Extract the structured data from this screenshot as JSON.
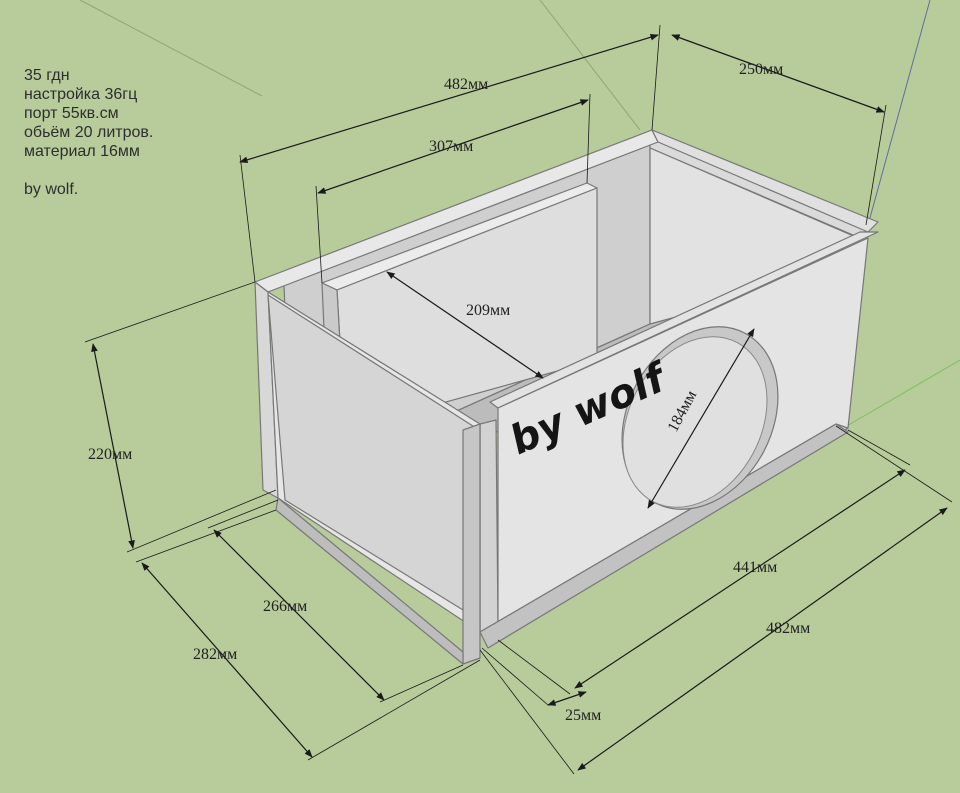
{
  "notes": {
    "lines": [
      "35 гдн",
      "настройка 36гц",
      "порт 55кв.см",
      "обьём 20 литров.",
      "материал 16мм",
      "",
      "by wolf."
    ]
  },
  "stamp": "by wolf",
  "dimensions": {
    "top_length": "482мм",
    "depth": "250мм",
    "partition_length": "307мм",
    "partition_depth": "209мм",
    "height": "220мм",
    "inner_depth": "266мм",
    "outer_depth": "282мм",
    "front_inner": "441мм",
    "front_outer": "482мм",
    "port_width": "25мм",
    "speaker_diameter": "184мм"
  },
  "colors": {
    "background": "#b7cb9b",
    "panel_light": "#e4e4e4",
    "panel_mid": "#d4d4d4",
    "panel_dark": "#c4c4c4",
    "edge": "#777777",
    "line": "#1a1a1a"
  }
}
